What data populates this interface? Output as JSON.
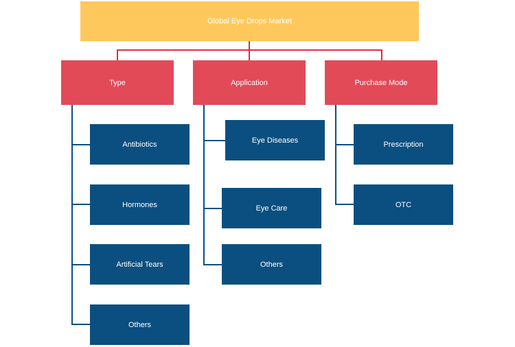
{
  "root": {
    "label": "Global Eye Drops Market"
  },
  "categories": [
    {
      "label": "Type",
      "items": [
        "Antibiotics",
        "Hormones",
        "Artificial Tears",
        "Others"
      ]
    },
    {
      "label": "Application",
      "items": [
        "Eye Diseases",
        "Eye Care",
        "Others"
      ]
    },
    {
      "label": "Purchase Mode",
      "items": [
        "Prescription",
        "OTC"
      ]
    }
  ],
  "colors": {
    "root_fill": "#FFC85C",
    "category_fill": "#E24A58",
    "leaf_fill": "#0B4F80",
    "root_connector": "#D9303F",
    "category_connector": "#0B4F80",
    "text": "#FFFFFF"
  }
}
